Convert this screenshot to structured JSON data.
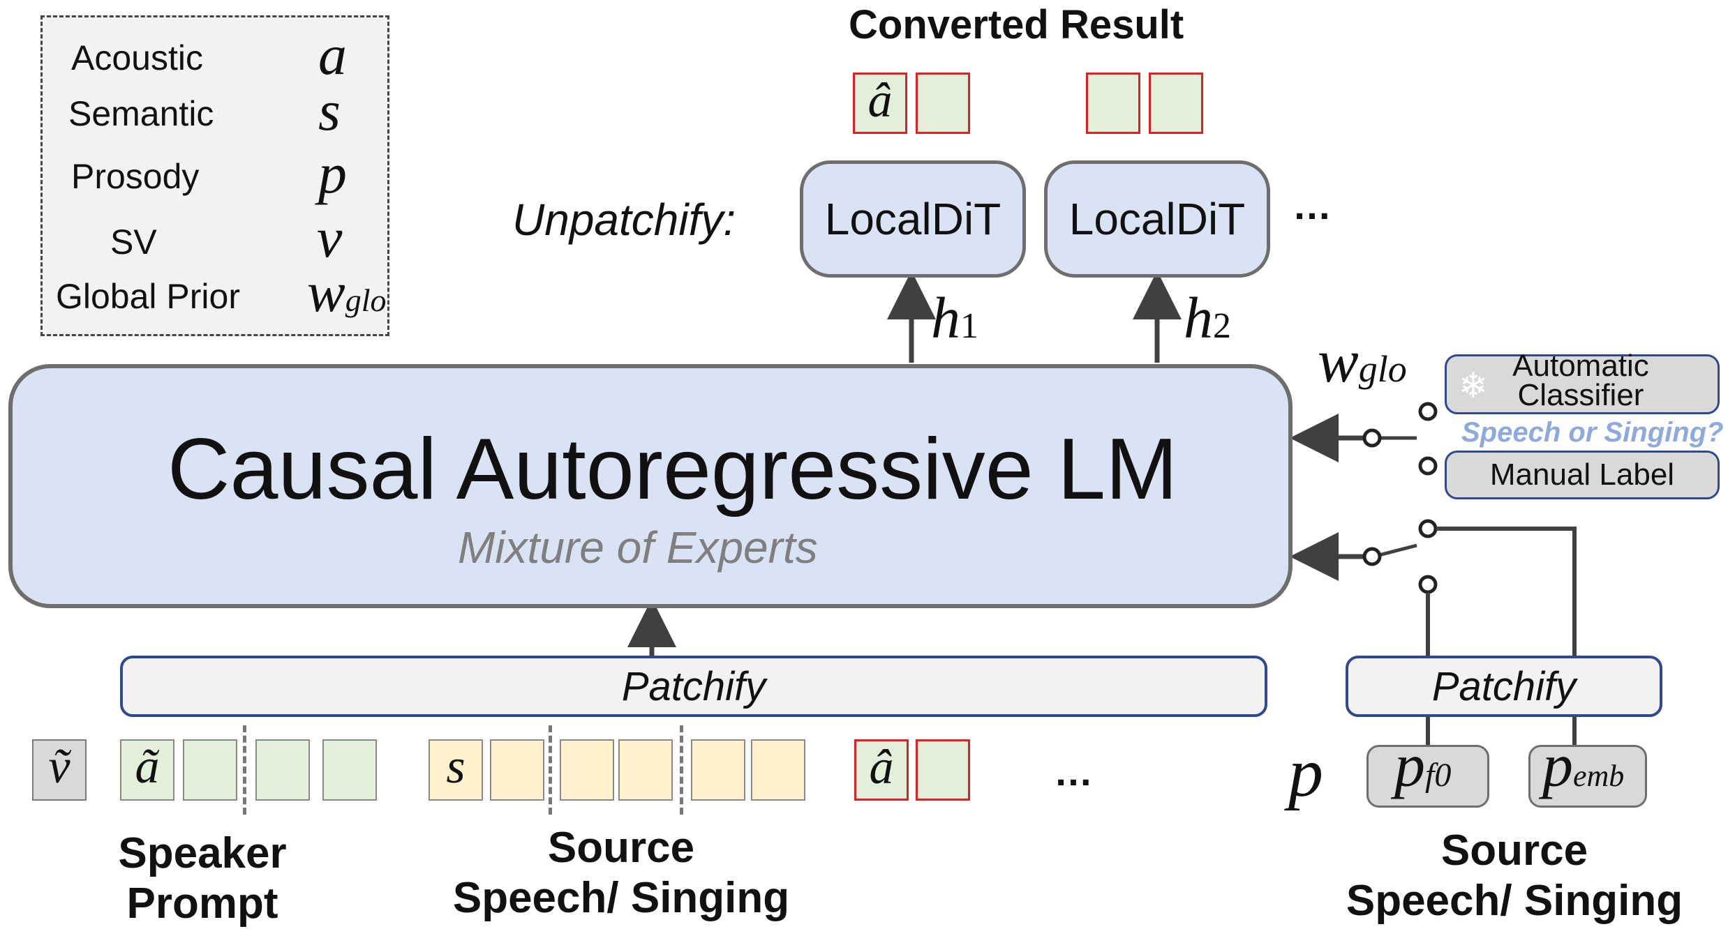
{
  "legend": {
    "items": [
      {
        "name": "Acoustic",
        "symbol": "a"
      },
      {
        "name": "Semantic",
        "symbol": "s"
      },
      {
        "name": "Prosody",
        "symbol": "p"
      },
      {
        "name": "SV",
        "symbol": "v"
      },
      {
        "name": "Global Prior",
        "symbol": "w",
        "subscript": "glo"
      }
    ]
  },
  "top": {
    "title": "Converted Result",
    "unpatchify_label": "Unpatchify:",
    "localdit_1": "LocalDiT",
    "localdit_2": "LocalDiT",
    "ellipsis": "…",
    "token_hat_a": "â",
    "h1": "h",
    "h1_sub": "1",
    "h2": "h",
    "h2_sub": "2"
  },
  "main": {
    "title": "Causal Autoregressive LM",
    "subtitle": "Mixture of Experts"
  },
  "right": {
    "w_symbol": "w",
    "w_sub": "glo",
    "automatic_classifier": "Automatic Classifier",
    "question": "Speech or Singing?",
    "manual_label": "Manual Label",
    "snowflake": "❄",
    "patchify": "Patchify",
    "p_symbol": "p",
    "pf0": "p",
    "pf0_sub": "f0",
    "pemb": "p",
    "pemb_sub": "emb",
    "caption_line1": "Source",
    "caption_line2": "Speech/ Singing"
  },
  "bottom": {
    "patchify": "Patchify",
    "tilde_v": "ṽ",
    "tilde_a": "ã",
    "s": "s",
    "hat_a": "â",
    "ellipsis": "…",
    "speaker_line1": "Speaker",
    "speaker_line2": "Prompt",
    "source_line1": "Source",
    "source_line2": "Speech/ Singing"
  },
  "colors": {
    "lm_fill": "#dae3f3",
    "box_border": "#6e6e6e",
    "accent_blue": "#2e4a8c",
    "question_blue": "#8ea9db",
    "acoustic_green": "#e2efd9",
    "semantic_yellow": "#fff2cc",
    "highlight_red": "#e02020"
  }
}
